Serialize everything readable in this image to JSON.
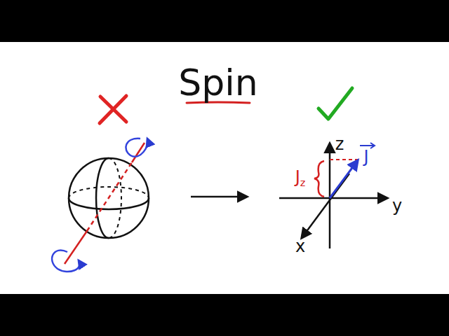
{
  "diagram": {
    "title": "Spin",
    "labels": [
      "z",
      "J",
      "Jz",
      "y",
      "x"
    ]
  }
}
